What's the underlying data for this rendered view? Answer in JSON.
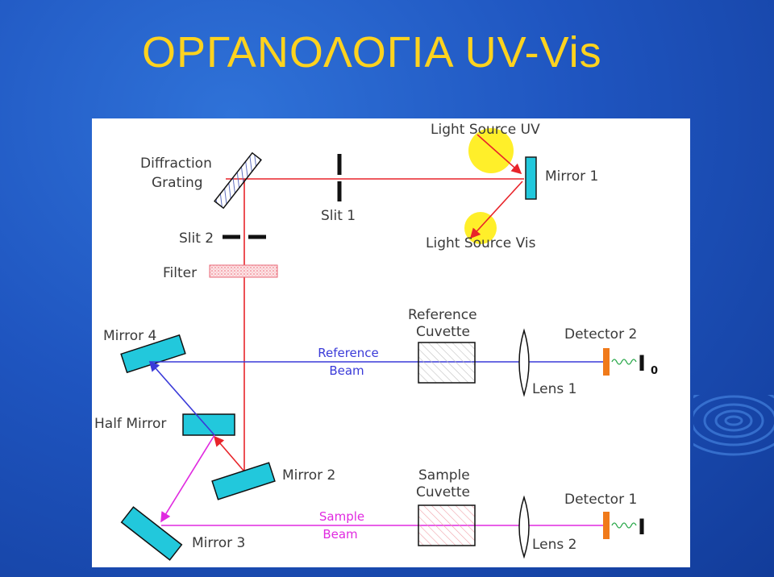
{
  "slide": {
    "title": "ΟΡΓΑΝΟΛΟΓΙΑ UV-Vis"
  },
  "diagram": {
    "labels": {
      "light_source_uv": "Light Source UV",
      "light_source_vis": "Light Source Vis",
      "mirror_1": "Mirror 1",
      "slit_1": "Slit 1",
      "diffraction_grating_line1": "Diffraction",
      "diffraction_grating_line2": "Grating",
      "slit_2": "Slit 2",
      "filter": "Filter",
      "reference_cuvette_line1": "Reference",
      "reference_cuvette_line2": "Cuvette",
      "detector_2": "Detector 2",
      "mirror_4": "Mirror 4",
      "reference_beam_line1": "Reference",
      "reference_beam_line2": "Beam",
      "lens_1": "Lens 1",
      "signal_i0": "I",
      "signal_i0_sub": "0",
      "half_mirror": "Half Mirror",
      "mirror_2": "Mirror 2",
      "sample_cuvette_line1": "Sample",
      "sample_cuvette_line2": "Cuvette",
      "detector_1": "Detector 1",
      "mirror_3": "Mirror 3",
      "sample_beam_line1": "Sample",
      "sample_beam_line2": "Beam",
      "lens_2": "Lens 2",
      "signal_i": "I"
    },
    "colors": {
      "title": "#ffd31e",
      "light_beam": "#e8242a",
      "reference_beam": "#3a3ad8",
      "sample_beam": "#e02ae0",
      "mirror_fill": "#22c8dc",
      "lamp": "#ffef2a",
      "detector": "#f07a1a",
      "label_text": "#3a3a3a"
    }
  }
}
